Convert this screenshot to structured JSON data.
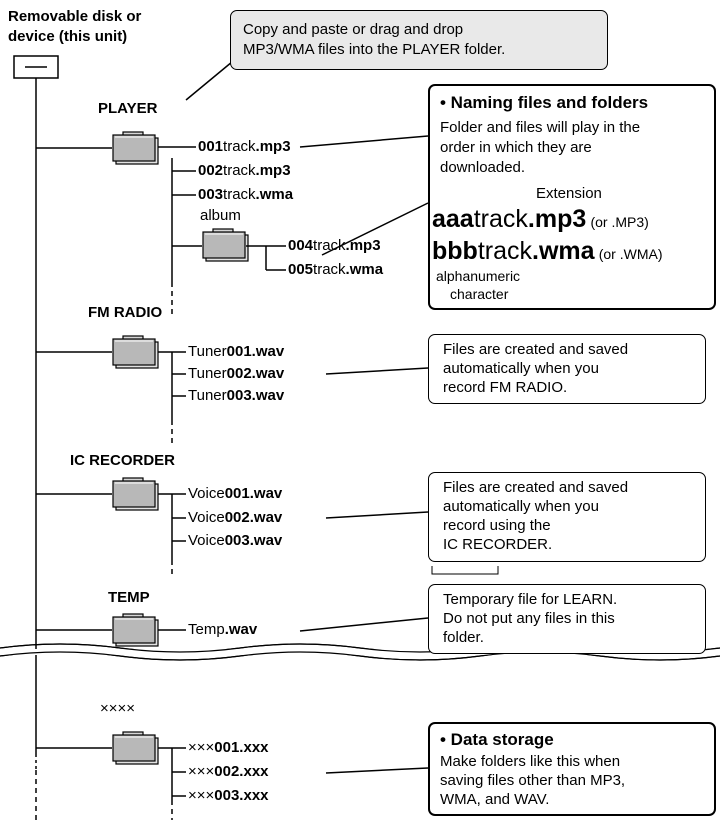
{
  "root": {
    "label_line1": "Removable disk or",
    "label_line2": "device (this unit)"
  },
  "copy_note": {
    "line1": "Copy and paste or drag and drop",
    "line2": "MP3/WMA files into the PLAYER folder."
  },
  "folders": {
    "player": "PLAYER",
    "fm_radio": "FM RADIO",
    "ic_recorder": "IC RECORDER",
    "temp": "TEMP",
    "custom": "××××",
    "album": "album"
  },
  "player_files": [
    {
      "num": "001",
      "name": "track",
      "ext": ".mp3"
    },
    {
      "num": "002",
      "name": "track",
      "ext": ".mp3"
    },
    {
      "num": "003",
      "name": "track",
      "ext": ".wma"
    }
  ],
  "album_files": [
    {
      "num": "004",
      "name": "track",
      "ext": ".mp3"
    },
    {
      "num": "005",
      "name": "track",
      "ext": ".wma"
    }
  ],
  "fm_files": [
    {
      "prefix": "Tuner",
      "num": "001.wav"
    },
    {
      "prefix": "Tuner",
      "num": "002.wav"
    },
    {
      "prefix": "Tuner",
      "num": "003.wav"
    }
  ],
  "ic_files": [
    {
      "prefix": "Voice",
      "num": "001.wav"
    },
    {
      "prefix": "Voice",
      "num": "002.wav"
    },
    {
      "prefix": "Voice",
      "num": "003.wav"
    }
  ],
  "temp_file": {
    "prefix": "Temp",
    "ext": ".wav"
  },
  "custom_files": [
    {
      "prefix": "×××",
      "num": "001.xxx"
    },
    {
      "prefix": "×××",
      "num": "002.xxx"
    },
    {
      "prefix": "×××",
      "num": "003.xxx"
    }
  ],
  "naming_box": {
    "title": "• Naming files and folders",
    "line1": "Folder and files will play in the",
    "line2": "order in which they are",
    "line3": "downloaded.",
    "extension_label": "Extension",
    "ex1_prefix": "aaa",
    "ex1_name": "track",
    "ex1_ext": ".mp3",
    "ex1_note": "(or .MP3)",
    "ex2_prefix": "bbb",
    "ex2_name": "track",
    "ex2_ext": ".wma",
    "ex2_note": "(or .WMA)",
    "alnum_line1": "alphanumeric",
    "alnum_line2": "character"
  },
  "fm_note": {
    "line1": "Files are created and saved",
    "line2": "automatically when you",
    "line3": "record FM RADIO."
  },
  "ic_note": {
    "line1": "Files are created and saved",
    "line2": "automatically when you",
    "line3": "record using the",
    "line4": "IC RECORDER."
  },
  "temp_note": {
    "line1": "Temporary file for LEARN.",
    "line2": "Do not put any files in this",
    "line3": "folder."
  },
  "data_box": {
    "title": "• Data storage",
    "line1": "Make folders like this when",
    "line2": "saving files other than MP3,",
    "line3": "WMA, and WAV."
  }
}
